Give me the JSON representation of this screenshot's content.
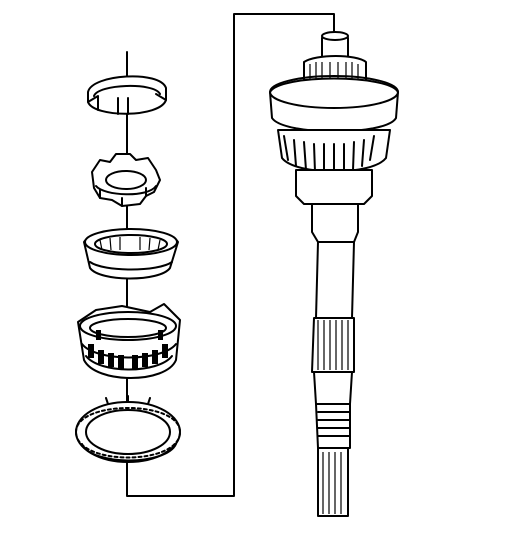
{
  "figure": {
    "background": "#ffffff",
    "line_color": "#000000",
    "parts": [
      {
        "name": "snap-ring",
        "icon": "split-ring-icon"
      },
      {
        "name": "bearing-retaining-nut",
        "icon": "castellated-nut-icon"
      },
      {
        "name": "bearing-cup",
        "icon": "bearing-cup-icon"
      },
      {
        "name": "roller-bearing",
        "icon": "tapered-roller-bearing-icon"
      },
      {
        "name": "synchronizer-blocker-ring",
        "icon": "toothed-ring-icon"
      },
      {
        "name": "input-shaft-assembly",
        "icon": "shaft-icon"
      }
    ]
  }
}
